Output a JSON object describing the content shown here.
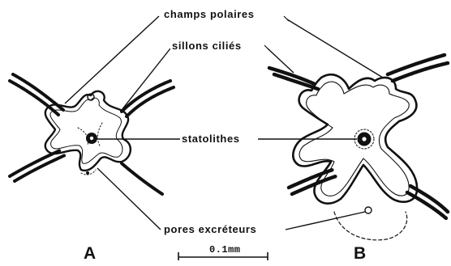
{
  "labels": {
    "polar_fields": "champs polaires",
    "ciliated_grooves": "sillons ciliés",
    "statoliths": "statolithes",
    "excretory_pores": "pores excréteurs"
  },
  "panels": {
    "a": "A",
    "b": "B"
  },
  "scale_bar": {
    "label": "0.1mm"
  },
  "colors": {
    "ink": "#111111",
    "background": "#ffffff"
  }
}
